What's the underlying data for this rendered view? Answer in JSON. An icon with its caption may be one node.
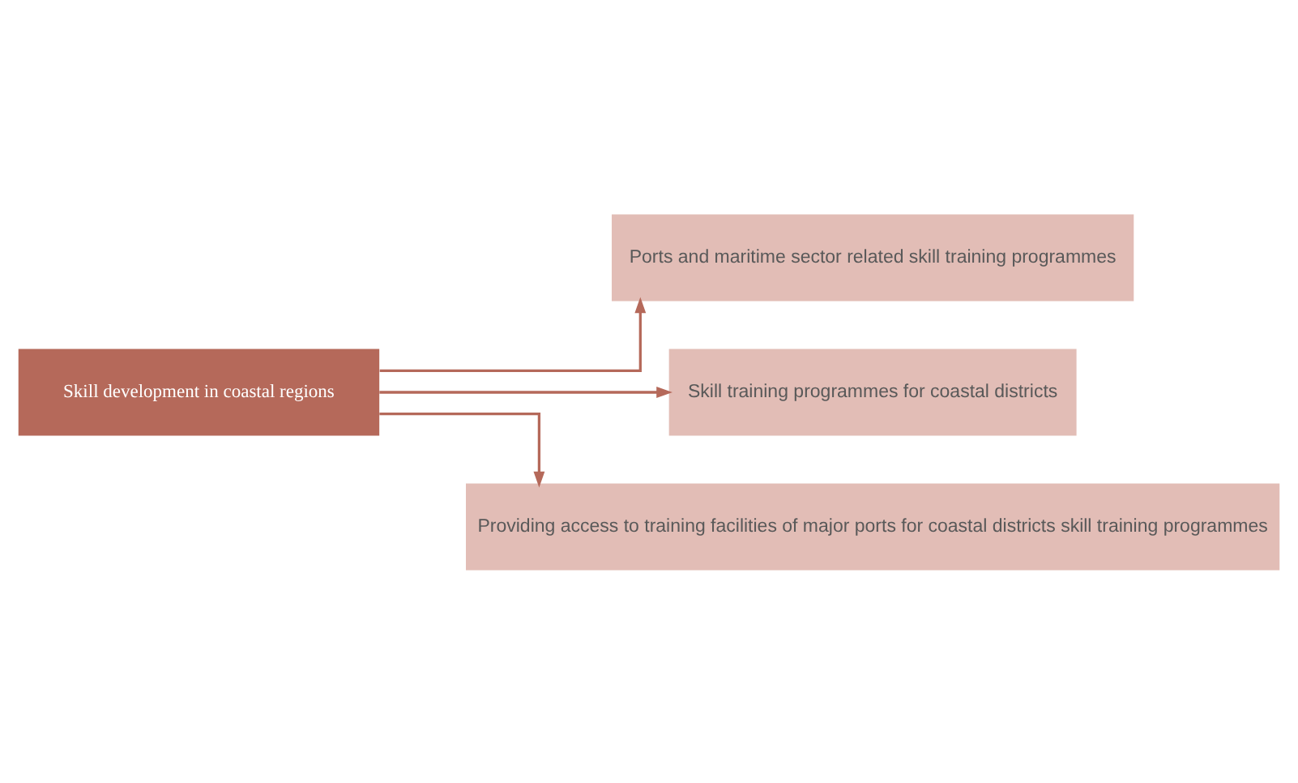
{
  "diagram": {
    "nodes": [
      {
        "text": [
          "Skill development in coastal regions"
        ]
      },
      {
        "text": [
          "Ports and maritime sector related skill training programmes"
        ]
      },
      {
        "text": [
          "Skill training programmes for coastal districts"
        ]
      },
      {
        "text": [
          "Providing access to training facilities of major ports for coastal districts skill training programmes"
        ]
      }
    ],
    "edges": [
      {
        "from": 0,
        "to": 1,
        "arrow": "to"
      },
      {
        "from": 0,
        "to": 2,
        "arrow": "to"
      },
      {
        "from": 0,
        "to": 3,
        "arrow": "to"
      }
    ]
  }
}
